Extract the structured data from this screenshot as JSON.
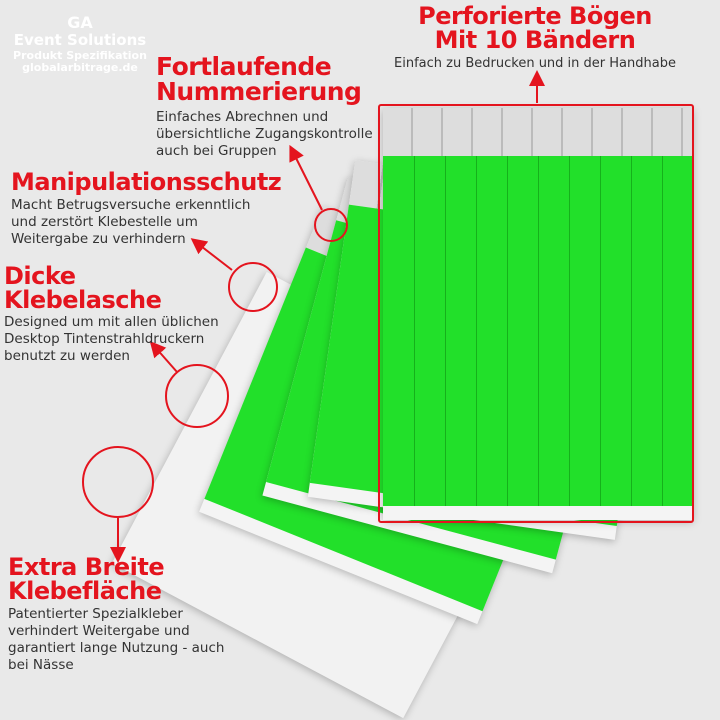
{
  "watermark": {
    "line1": "GA",
    "line2": "Event Solutions",
    "line3": "Produkt Spezifikation",
    "line4": "globalarbitrage.de"
  },
  "features": [
    {
      "title1": "Perforierte Bögen",
      "title2": "Mit 10 Bändern",
      "desc": "Einfach zu Bedrucken und in der Handhabe"
    },
    {
      "title1": "Fortlaufende",
      "title2": "Nummerierung",
      "desc1": "Einfaches Abrechnen und",
      "desc2": "übersichtliche Zugangskontrolle",
      "desc3": "auch bei Gruppen"
    },
    {
      "title1": "Manipulationsschutz",
      "desc1": "Macht Betrugsversuche erkenntlich",
      "desc2": "und zerstört Klebestelle um",
      "desc3": "Weitergabe zu verhindern"
    },
    {
      "title1": "Dicke",
      "title2": "Klebelasche",
      "desc1": "Designed um mit allen üblichen",
      "desc2": "Desktop Tintenstrahldruckern",
      "desc3": "benutzt zu werden"
    },
    {
      "title1": "Extra Breite",
      "title2": "Klebefläche",
      "desc1": "Patentierter Spezialkleber",
      "desc2": "verhindert Weitergabe und",
      "desc3": "garantiert lange Nutzung - auch",
      "desc4": "bei Nässe"
    }
  ],
  "colors": {
    "accent": "#e4141e",
    "band": "#22e02a",
    "background": "#e9e9e9"
  },
  "product": {
    "bands_per_sheet": 10
  }
}
